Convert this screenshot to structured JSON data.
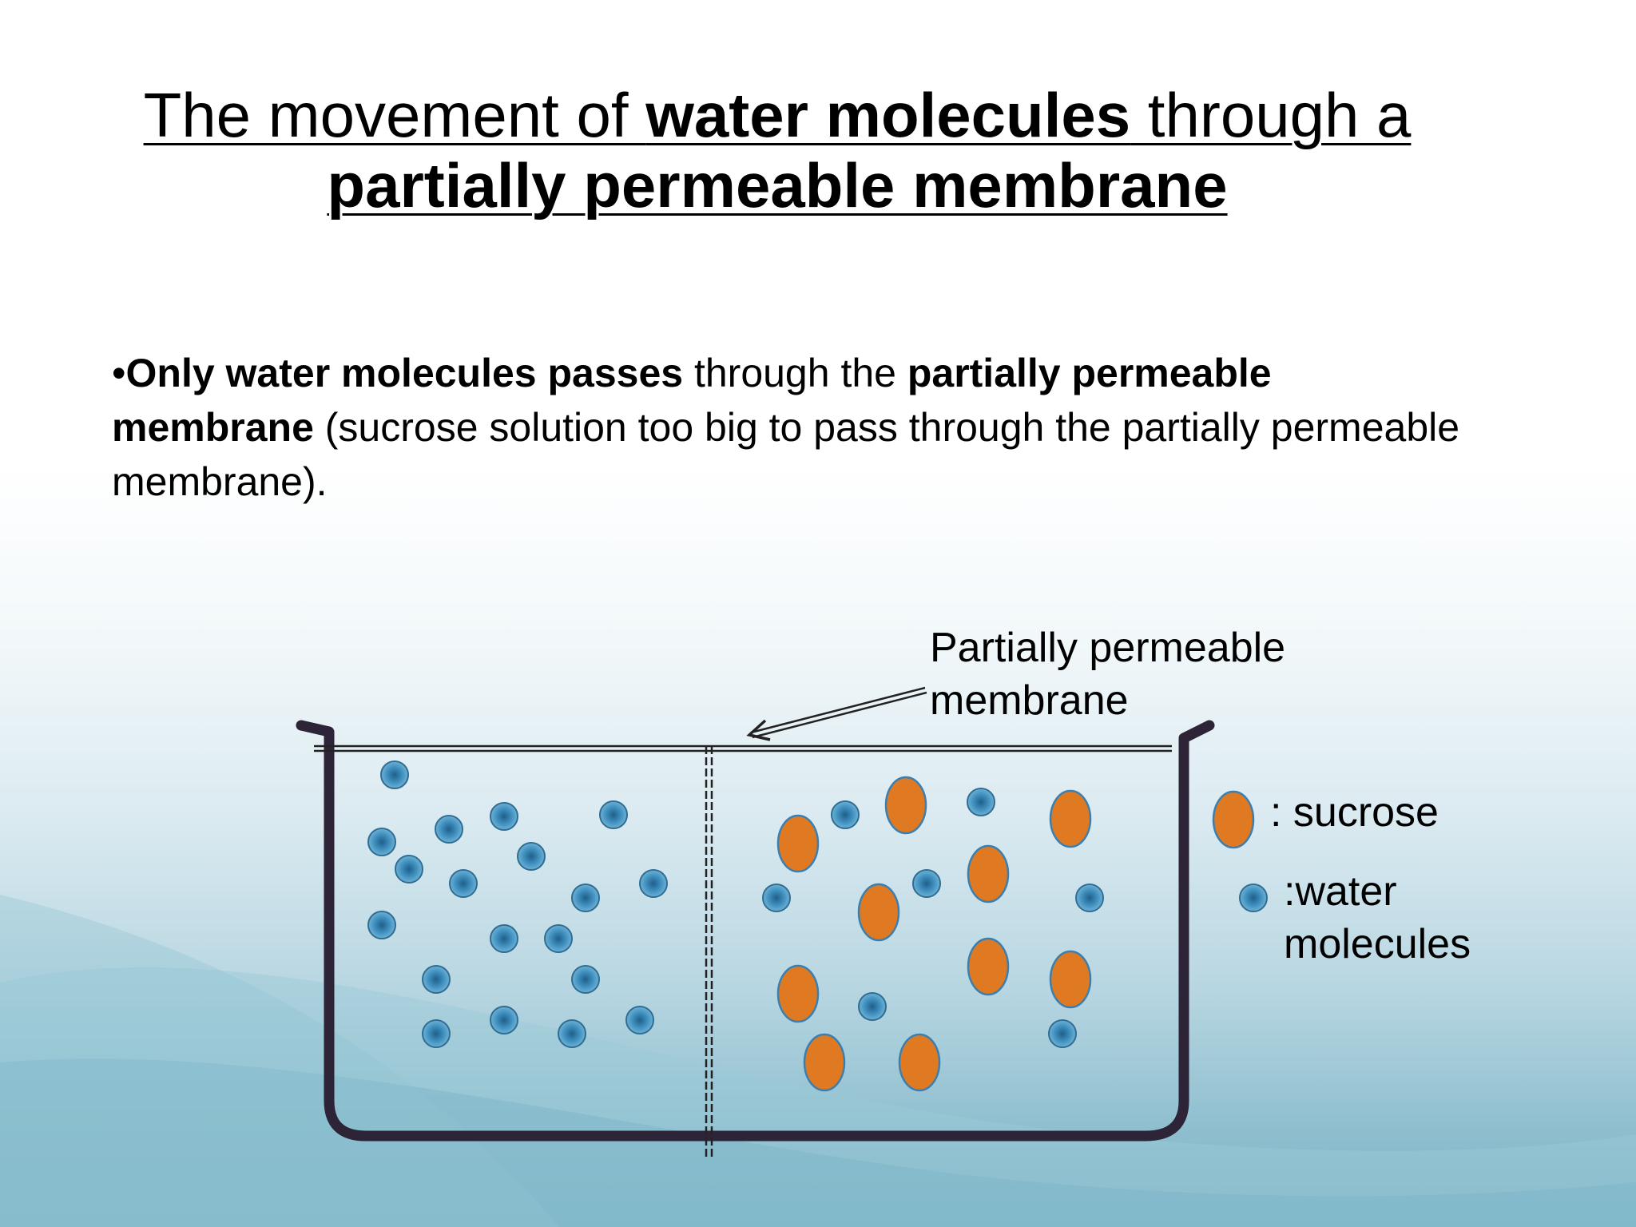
{
  "title": {
    "part1": "The movement of ",
    "bold1": "water molecules",
    "part2": " through a",
    "line2_bold": "partially permeable membrane"
  },
  "bullet": {
    "marker": "•",
    "bold1": "Only water molecules passes",
    "text1": " through the ",
    "bold2": "partially permeable membrane",
    "text2": " (sucrose solution too big to pass through the partially permeable membrane)."
  },
  "membrane_label": {
    "line1": "Partially permeable",
    "line2": "membrane"
  },
  "legend": {
    "sucrose_label": ": sucrose",
    "water_label_line1": ":water",
    "water_label_line2": "molecules"
  },
  "colors": {
    "water_fill": "#3f8fbe",
    "water_stroke": "#2f6d93",
    "sucrose_fill": "#e07a22",
    "sucrose_stroke": "#3a7fb0",
    "container": "#2d2438"
  }
}
